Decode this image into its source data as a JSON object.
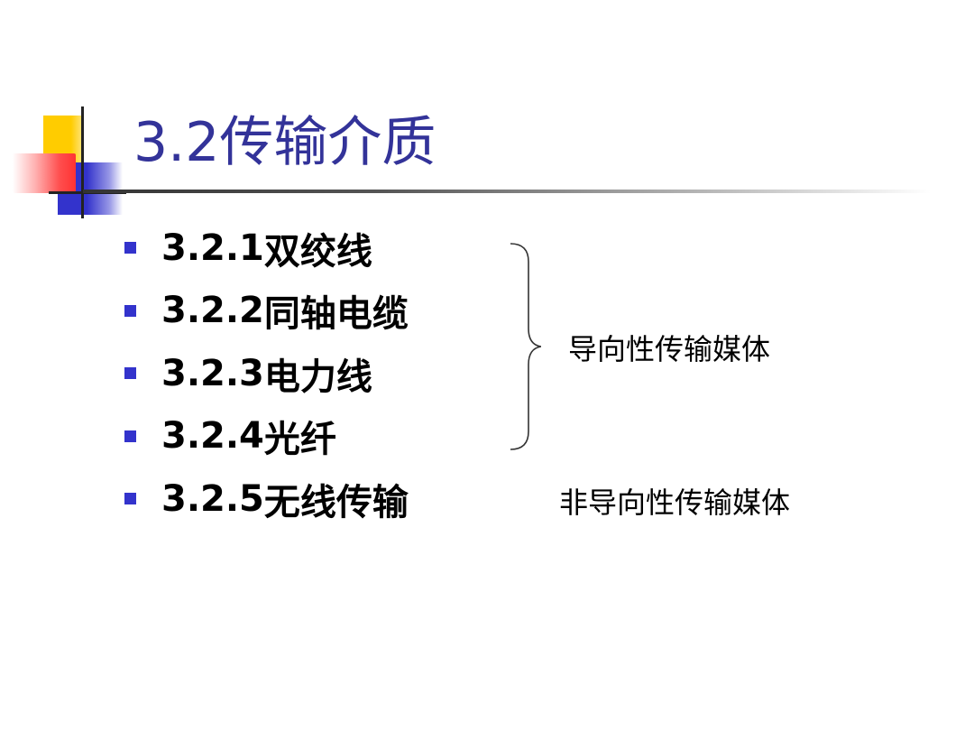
{
  "slide": {
    "title": "3.2传输介质",
    "items": [
      {
        "number": "3.2.1",
        "text": "双绞线"
      },
      {
        "number": "3.2.2",
        "text": "同轴电缆"
      },
      {
        "number": "3.2.3",
        "text": "电力线"
      },
      {
        "number": "3.2.4",
        "text": "光纤"
      },
      {
        "number": "3.2.5",
        "text": "无线传输"
      }
    ],
    "guided_label": "导向性传输媒体",
    "unguided_label": "非导向性传输媒体"
  },
  "colors": {
    "title": "#333399",
    "bullet": "#3333cc",
    "accent_yellow": "#ffcc00",
    "accent_red": "#ff3333",
    "accent_blue": "#3333cc"
  }
}
